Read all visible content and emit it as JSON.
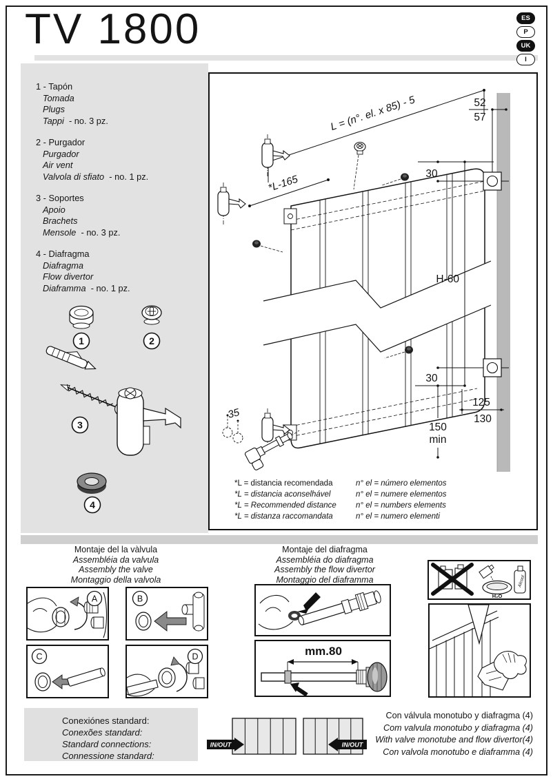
{
  "title": "TV 1800",
  "badges": [
    "ES",
    "P",
    "UK",
    "I"
  ],
  "parts": [
    {
      "line1": "1 -  Tapón",
      "line2": "Tomada",
      "line3": "Plugs",
      "line4": "Tappi",
      "qty": "- no. 3 pz."
    },
    {
      "line1": "2 -  Purgador",
      "line2": "Purgador",
      "line3": "Air vent",
      "line4": "Valvola di sfiato",
      "qty": "- no. 1 pz."
    },
    {
      "line1": "3 -  Soportes",
      "line2": "Apoio",
      "line3": "Brachets",
      "line4": "Mensole",
      "qty": "- no. 3 pz."
    },
    {
      "line1": "4 -  Diafragma",
      "line2": "Diafragma",
      "line3": "Flow divertor",
      "line4": "Diaframma",
      "qty": "- no. 1 pz."
    }
  ],
  "callouts": [
    "1",
    "2",
    "3",
    "4"
  ],
  "diagram": {
    "formula": "L = (n°. el. x 85) - 5",
    "l165": "*L-165",
    "d52": "52",
    "d57": "57",
    "d30_top": "30",
    "h60": "H-60",
    "d30_bottom": "30",
    "d125": "125",
    "d130": "130",
    "d150": "150",
    "dmin": "min",
    "d35": "35",
    "fn_left": [
      "*L = distancia recomendada",
      "*L = distancia aconselhável",
      "*L = Recommended distance",
      "*L = distanza raccomandata"
    ],
    "fn_right": [
      "n° el = número elementos",
      "n° el = numere elementos",
      "n° el = numbers elements",
      "n° el = numero elementi"
    ]
  },
  "valve_section": {
    "headers": [
      "Montaje del la vàlvula",
      "Assembléia da valvula",
      "Assembly the valve",
      "Montaggio della valvola"
    ],
    "panels": [
      "A",
      "B",
      "C",
      "D"
    ]
  },
  "diaphragm_section": {
    "headers": [
      "Montaje del diafragma",
      "Assembléia do diafragma",
      "Assembly the flow divertor",
      "Montaggio del diaframma"
    ],
    "dim": "mm.80"
  },
  "cleaning": {
    "water": "H₂O",
    "alcohol": "Alcool"
  },
  "connections": {
    "headers": [
      "Conexiónes standard:",
      "Conexões standard:",
      "Standard connections:",
      "Connessione standard:"
    ],
    "inout": "IN/OUT"
  },
  "monotube": [
    "Con válvula monotubo y diafragma (4)",
    "Com valvula monotubo y diafragma (4)",
    "With valve monotube and flow divertor(4)",
    "Con valvola monotubo e diaframma (4)"
  ],
  "colors": {
    "panel_gray": "#e2e2e2",
    "wall_gray": "#b9b9b9",
    "ink": "#141414"
  }
}
